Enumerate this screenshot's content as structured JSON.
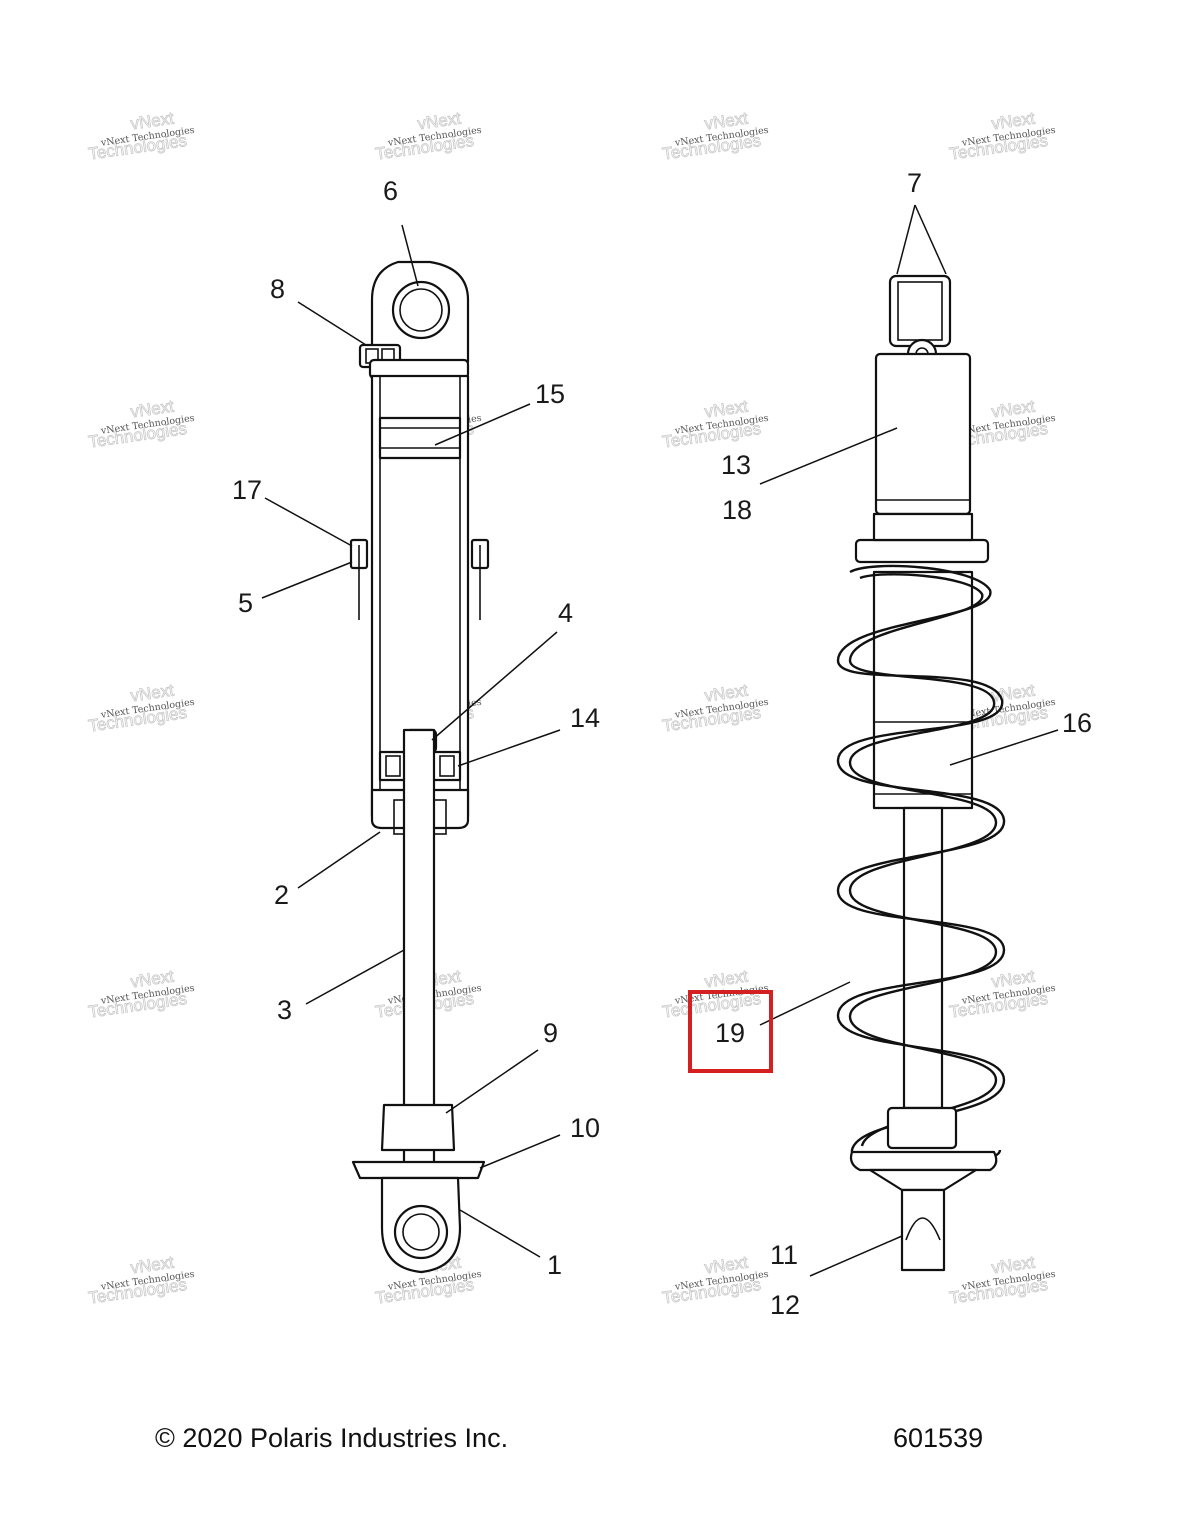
{
  "diagram": {
    "callouts": {
      "c1": "1",
      "c2": "2",
      "c3": "3",
      "c4": "4",
      "c5": "5",
      "c6": "6",
      "c7": "7",
      "c8": "8",
      "c9": "9",
      "c10": "10",
      "c11": "11",
      "c12": "12",
      "c13": "13",
      "c14": "14",
      "c15": "15",
      "c16": "16",
      "c17": "17",
      "c18": "18",
      "c19": "19"
    },
    "highlighted_callout": "19",
    "highlight_color": "#d42020",
    "watermark": {
      "line1": "vNext Technologies",
      "line2": "Technologies",
      "line3": "vNext"
    }
  },
  "footer": {
    "copyright": "© 2020 Polaris Industries Inc.",
    "diagram_number": "601539"
  }
}
